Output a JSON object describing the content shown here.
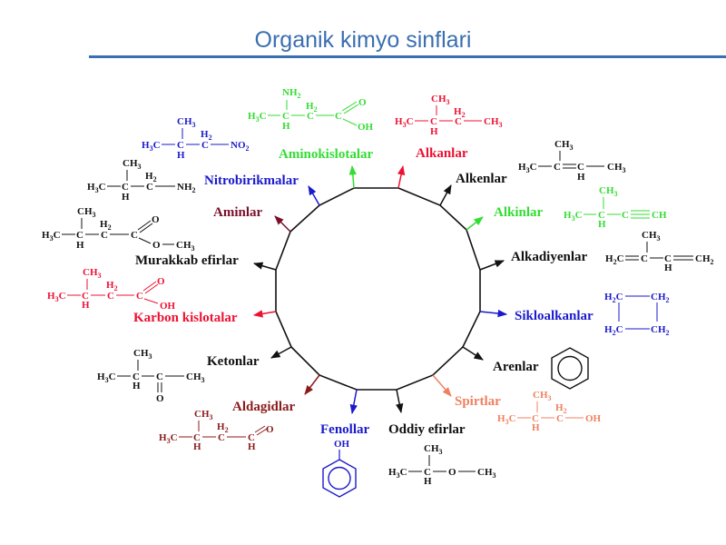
{
  "title": "Organik kimyo sinflari",
  "colors": {
    "title": "#3a6fb0",
    "black": "#111111",
    "green": "#33dd33",
    "red": "#ee1133",
    "blue": "#1a1acc",
    "maroon": "#7a0f2a",
    "dark_red": "#8b1a1a",
    "salmon": "#f08060"
  },
  "classes": [
    {
      "id": "alkanlar",
      "label": "Alkanlar",
      "color": "red"
    },
    {
      "id": "alkenlar",
      "label": "Alkenlar",
      "color": "black"
    },
    {
      "id": "alkinlar",
      "label": "Alkinlar",
      "color": "green"
    },
    {
      "id": "alkadiyenlar",
      "label": "Alkadiyenlar",
      "color": "black"
    },
    {
      "id": "sikloalkanlar",
      "label": "Sikloalkanlar",
      "color": "blue"
    },
    {
      "id": "arenlar",
      "label": "Arenlar",
      "color": "black"
    },
    {
      "id": "spirtlar",
      "label": "Spirtlar",
      "color": "salmon"
    },
    {
      "id": "oddiy_efirlar",
      "label": "Oddiy efirlar",
      "color": "black"
    },
    {
      "id": "fenollar",
      "label": "Fenollar",
      "color": "blue"
    },
    {
      "id": "aldagidlar",
      "label": "Aldagidlar",
      "color": "dark_red"
    },
    {
      "id": "ketonlar",
      "label": "Ketonlar",
      "color": "black"
    },
    {
      "id": "karbon_kislotalar",
      "label": "Karbon kislotalar",
      "color": "red"
    },
    {
      "id": "murakkab_efirlar",
      "label": "Murakkab efirlar",
      "color": "black"
    },
    {
      "id": "aminlar",
      "label": "Aminlar",
      "color": "maroon"
    },
    {
      "id": "nitrobirikmalar",
      "label": "Nitrobirikmalar",
      "color": "blue"
    },
    {
      "id": "aminokislotalar",
      "label": "Aminokislotalar",
      "color": "green"
    }
  ],
  "formula_text": {
    "C": "C",
    "H": "H",
    "H2": "H",
    "sub2": "2",
    "CH": "CH",
    "CH2": "CH",
    "CH3": "CH",
    "H3C": "H",
    "H2C": "H",
    "H3": "H",
    "sub3": "3",
    "O": "O",
    "OH": "OH",
    "NH2": "NH",
    "NO2": "NO",
    "sub_c": "C"
  }
}
